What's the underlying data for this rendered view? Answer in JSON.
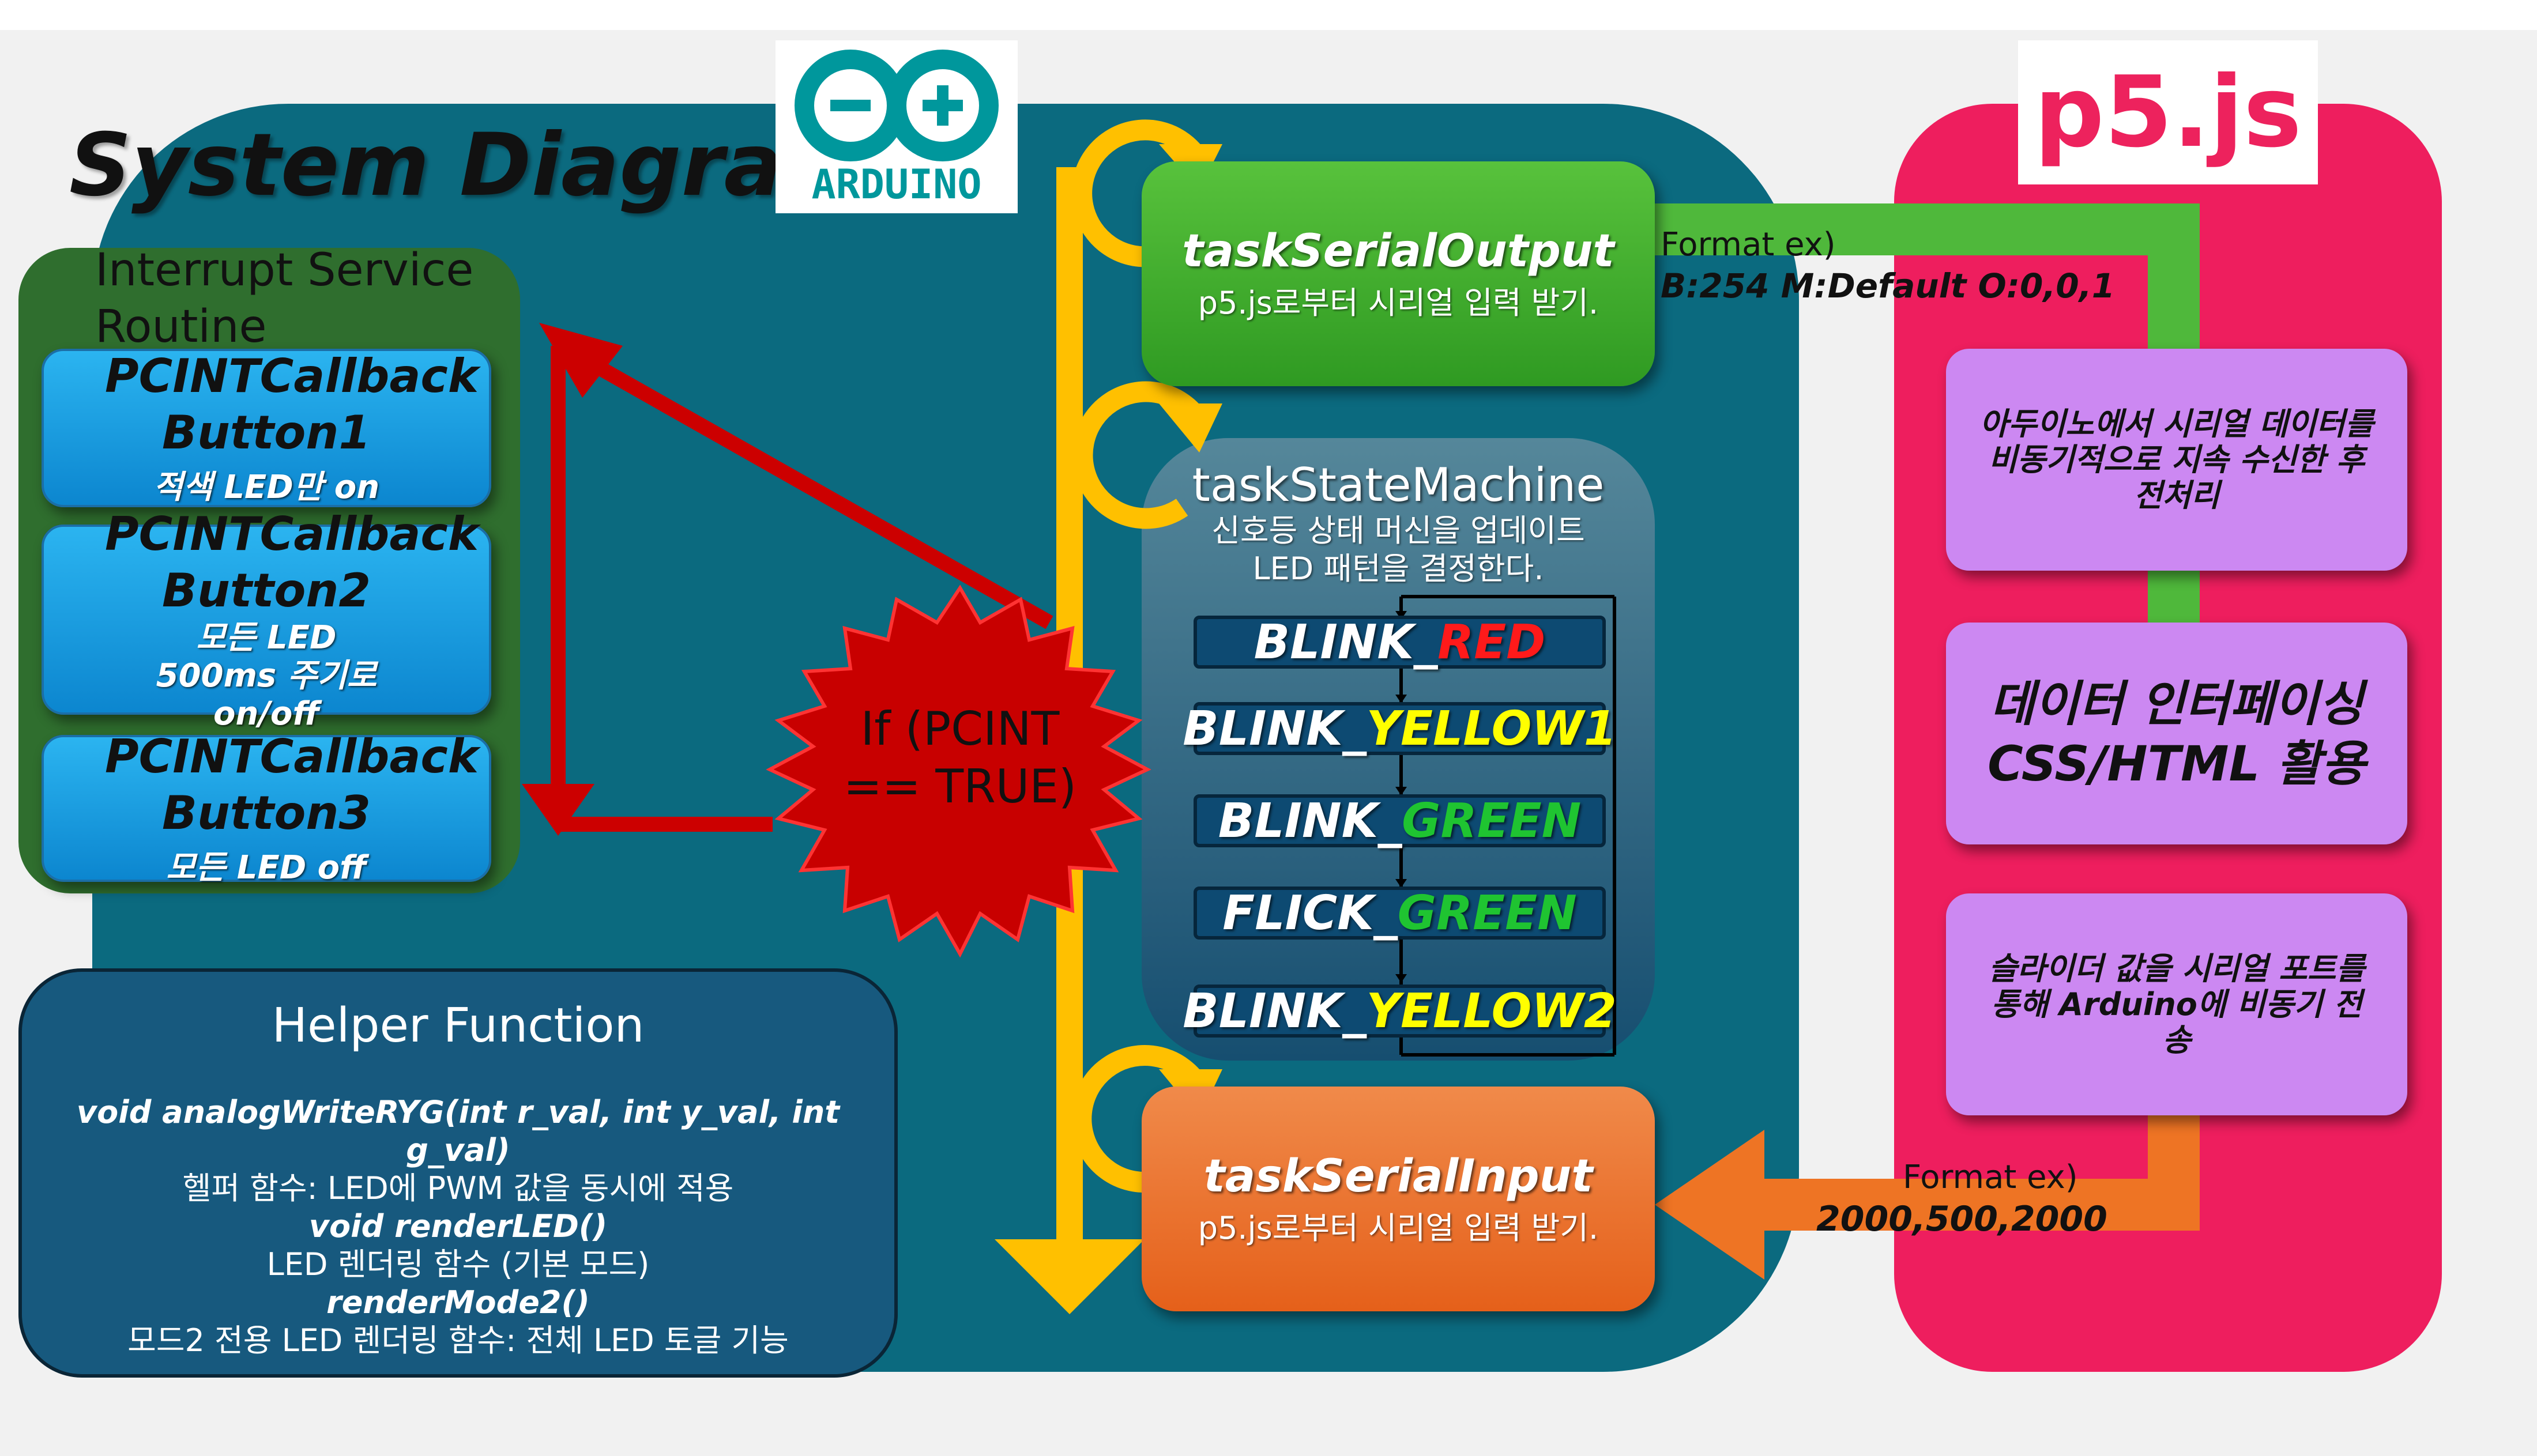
{
  "title": "System Diagram",
  "logos": {
    "arduino": "ARDUINO",
    "p5": "p5.js"
  },
  "isr": {
    "heading": "Interrupt Service Routine",
    "callbacks": [
      {
        "title": "PCINTCallback Button1",
        "desc": "적색 LED만 on"
      },
      {
        "title": "PCINTCallback Button2",
        "desc": "모든 LED 500ms 주기로 on/off"
      },
      {
        "title": "PCINTCallback Button3",
        "desc": "모든 LED off"
      }
    ]
  },
  "condition": "If (PCINT == TRUE)",
  "helper": {
    "heading": "Helper Function",
    "lines": [
      {
        "text": "void analogWriteRYG(int r_val, int y_val, int g_val)",
        "style": "code"
      },
      {
        "text": "헬퍼 함수: LED에 PWM 값을 동시에 적용",
        "style": "plain"
      },
      {
        "text": "void renderLED()",
        "style": "code"
      },
      {
        "text": "LED 렌더링 함수 (기본 모드)",
        "style": "plain"
      },
      {
        "text": "renderMode2()",
        "style": "code"
      },
      {
        "text": "모드2 전용 LED 렌더링 함수: 전체 LED 토글 기능",
        "style": "plain"
      }
    ]
  },
  "tasks": {
    "serial_output": {
      "title": "taskSerialOutput",
      "desc": "p5.js로부터 시리얼 입력 받기."
    },
    "state_machine": {
      "title": "taskStateMachine",
      "desc": "신호등 상태 머신을 업데이트 LED 패턴을 결정한다."
    },
    "serial_input": {
      "title": "taskSerialInput",
      "desc": "p5.js로부터 시리얼 입력 받기."
    }
  },
  "states": [
    {
      "prefix": "BLINK_",
      "color_word": "RED",
      "color": "#ff1a1a"
    },
    {
      "prefix": "BLINK_",
      "color_word": "YELLOW1",
      "color": "#ffff00"
    },
    {
      "prefix": "BLINK_",
      "color_word": "GREEN",
      "color": "#1fc431"
    },
    {
      "prefix": "FLICK_",
      "color_word": "GREEN",
      "color": "#1fc431"
    },
    {
      "prefix": "BLINK_",
      "color_word": "YELLOW2",
      "color": "#ffff00"
    }
  ],
  "formats": {
    "output": {
      "label": "Format ex)",
      "example": "B:254 M:Default O:0,0,1"
    },
    "input": {
      "label": "Format ex)",
      "example": "2000,500,2000"
    }
  },
  "p5_boxes": [
    "아두이노에서 시리얼 데이터를 비동기적으로 지속 수신한 후 전처리",
    "데이터 인터페이싱 CSS/HTML 활용",
    "슬라이더 값을 시리얼 포트를 통해 Arduino에 비동기 전송"
  ],
  "colors": {
    "arduino_panel": "#0b6a7f",
    "p5_panel": "#ee1e5e",
    "loop_arrow": "#ffc000",
    "green_flow": "#4fb83b",
    "orange_flow": "#ee7424",
    "interrupt_red": "#cc0000"
  }
}
